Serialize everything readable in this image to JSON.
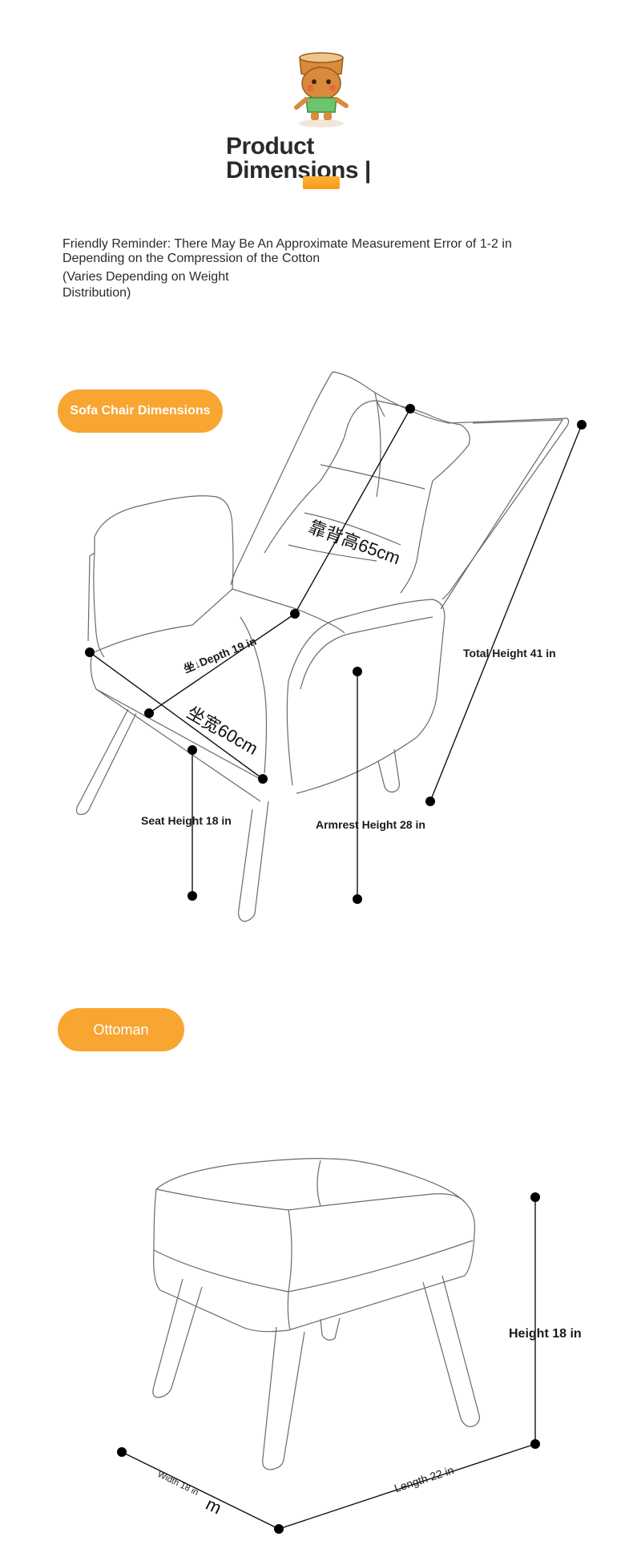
{
  "header": {
    "title_line1": "Product",
    "title_line2": "Dimensions |"
  },
  "reminder": {
    "text": "Friendly Reminder: There May Be An Approximate Measurement Error of 1-2 in Depending on the Compression of the Cotton",
    "note": "(Varies Depending on Weight Distribution)"
  },
  "sofa": {
    "section_label": "Sofa Chair Dimensions",
    "backrest_height": "靠背高65cm",
    "seat_depth": "坐↓Depth 19 in",
    "seat_width": "坐宽60cm",
    "total_height": "Total Height 41 in",
    "seat_height": "Seat Height 18 in",
    "armrest_height": "Armrest Height 28 in"
  },
  "ottoman": {
    "section_label": "Ottoman",
    "height": "Height 18 in",
    "width": "Width 18 in",
    "width_suffix": "m",
    "length": "Length 22 in"
  },
  "colors": {
    "accent": "#f8a531",
    "line": "#555555",
    "dot": "#000000"
  }
}
